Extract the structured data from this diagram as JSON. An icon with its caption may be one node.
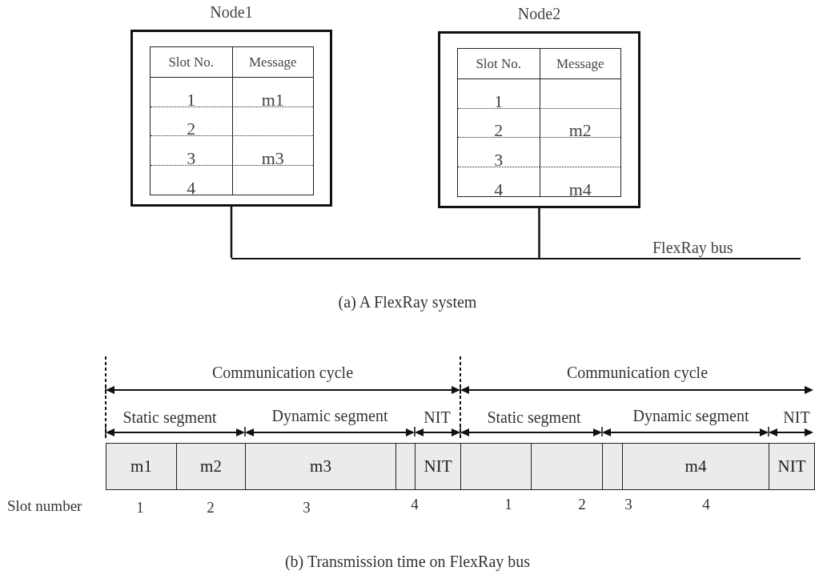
{
  "diagram": {
    "nodes": [
      {
        "text": [
          "Node1"
        ]
      },
      {
        "text": [
          "Node2"
        ]
      },
      {
        "text": [],
        "shape": "bar",
        "beside": [
          "FlexRay bus"
        ]
      },
      {
        "text": [
          "m1"
        ]
      },
      {
        "text": [
          "m2"
        ]
      },
      {
        "text": [
          "m3"
        ]
      },
      {
        "text": [],
        "shape": "box"
      },
      {
        "text": [
          "NIT"
        ]
      },
      {
        "text": [],
        "shape": "box"
      },
      {
        "text": [],
        "shape": "box"
      },
      {
        "text": [],
        "shape": "box"
      },
      {
        "text": [
          "m4"
        ]
      },
      {
        "text": [
          "NIT"
        ]
      }
    ],
    "edges": [
      {
        "from": 0,
        "to": 2,
        "arrow": "none"
      },
      {
        "from": 1,
        "to": 2,
        "arrow": "none"
      }
    ],
    "labels": [
      "Slot No.",
      "Message",
      "1",
      "m1",
      "2",
      "3",
      "m3",
      "4",
      "Slot No.",
      "Message",
      "1",
      "2",
      "m2",
      "3",
      "4",
      "m4",
      "(a) A FlexRay system",
      "Communication cycle",
      "Communication cycle",
      "Static segment",
      "Dynamic segment",
      "NIT",
      "Static segment",
      "Dynamic segment",
      "NIT",
      "Slot number",
      "1",
      "2",
      "3",
      "4",
      "1",
      "2",
      "3",
      "4",
      "(b) Transmission time on FlexRay bus"
    ]
  }
}
